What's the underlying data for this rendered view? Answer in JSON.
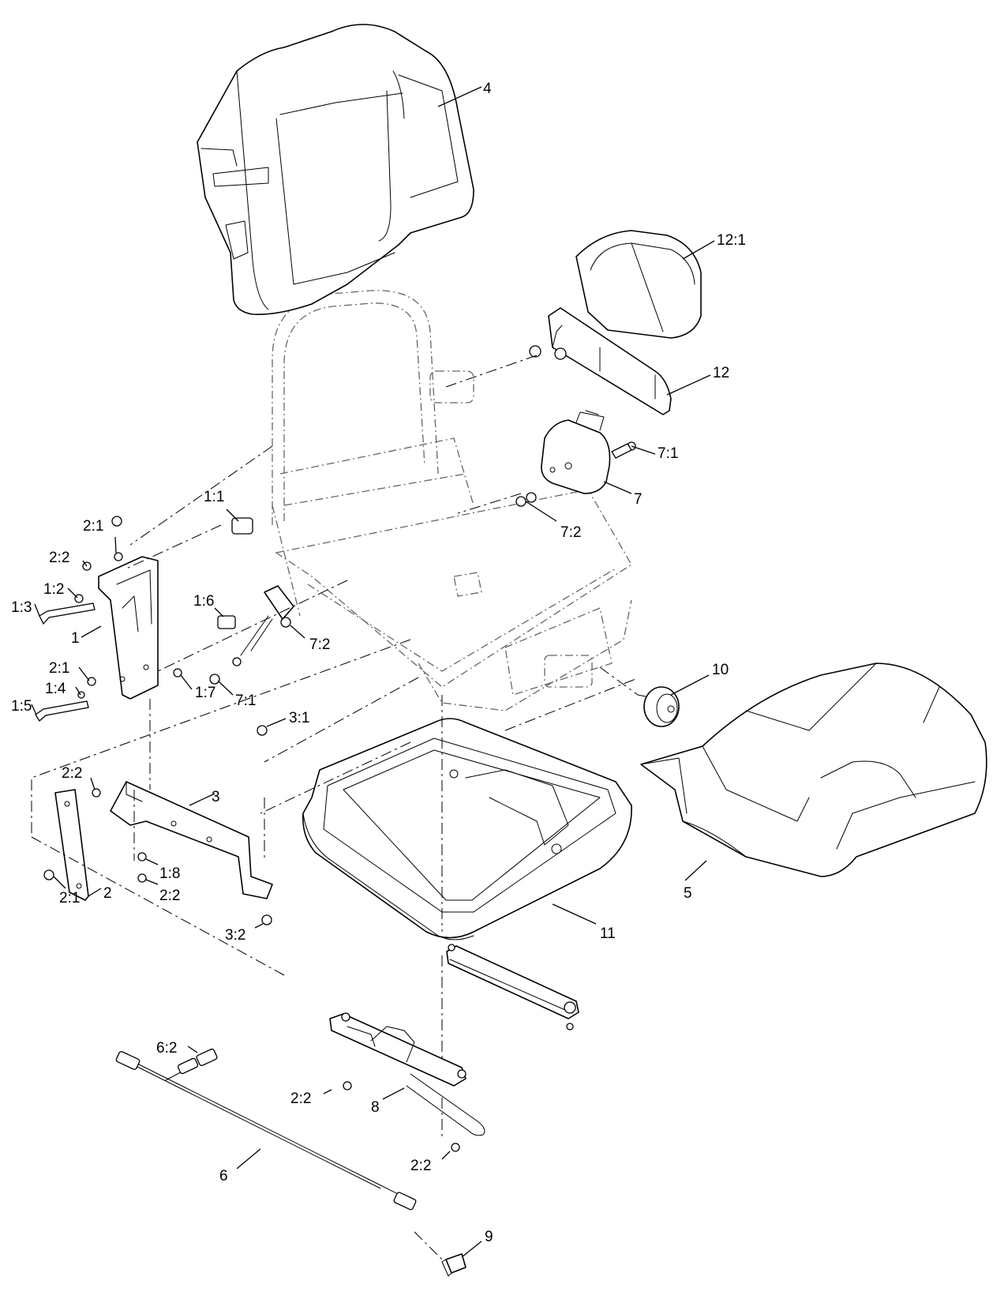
{
  "diagram": {
    "callouts": [
      {
        "id": "c4",
        "text": "4"
      },
      {
        "id": "c121",
        "text": "12:1"
      },
      {
        "id": "c12",
        "text": "12"
      },
      {
        "id": "c71a",
        "text": "7:1"
      },
      {
        "id": "c7",
        "text": "7"
      },
      {
        "id": "c72a",
        "text": "7:2"
      },
      {
        "id": "c11a",
        "text": "1:1"
      },
      {
        "id": "c21a",
        "text": "2:1"
      },
      {
        "id": "c22a",
        "text": "2:2"
      },
      {
        "id": "c12b",
        "text": "1:2"
      },
      {
        "id": "c13",
        "text": "1:3"
      },
      {
        "id": "c1",
        "text": "1"
      },
      {
        "id": "c16",
        "text": "1:6"
      },
      {
        "id": "c72b",
        "text": "7:2"
      },
      {
        "id": "c21b",
        "text": "2:1"
      },
      {
        "id": "c14",
        "text": "1:4"
      },
      {
        "id": "c15",
        "text": "1:5"
      },
      {
        "id": "c17",
        "text": "1:7"
      },
      {
        "id": "c71b",
        "text": "7:1"
      },
      {
        "id": "c10",
        "text": "10"
      },
      {
        "id": "c31",
        "text": "3:1"
      },
      {
        "id": "c22b",
        "text": "2:2"
      },
      {
        "id": "c3",
        "text": "3"
      },
      {
        "id": "c18",
        "text": "1:8"
      },
      {
        "id": "c21c",
        "text": "2:1"
      },
      {
        "id": "c2",
        "text": "2"
      },
      {
        "id": "c22c",
        "text": "2:2"
      },
      {
        "id": "c5",
        "text": "5"
      },
      {
        "id": "c32",
        "text": "3:2"
      },
      {
        "id": "c11",
        "text": "11"
      },
      {
        "id": "c62",
        "text": "6:2"
      },
      {
        "id": "c22d",
        "text": "2:2"
      },
      {
        "id": "c8",
        "text": "8"
      },
      {
        "id": "c22e",
        "text": "2:2"
      },
      {
        "id": "c6",
        "text": "6"
      },
      {
        "id": "c9",
        "text": "9"
      }
    ]
  }
}
